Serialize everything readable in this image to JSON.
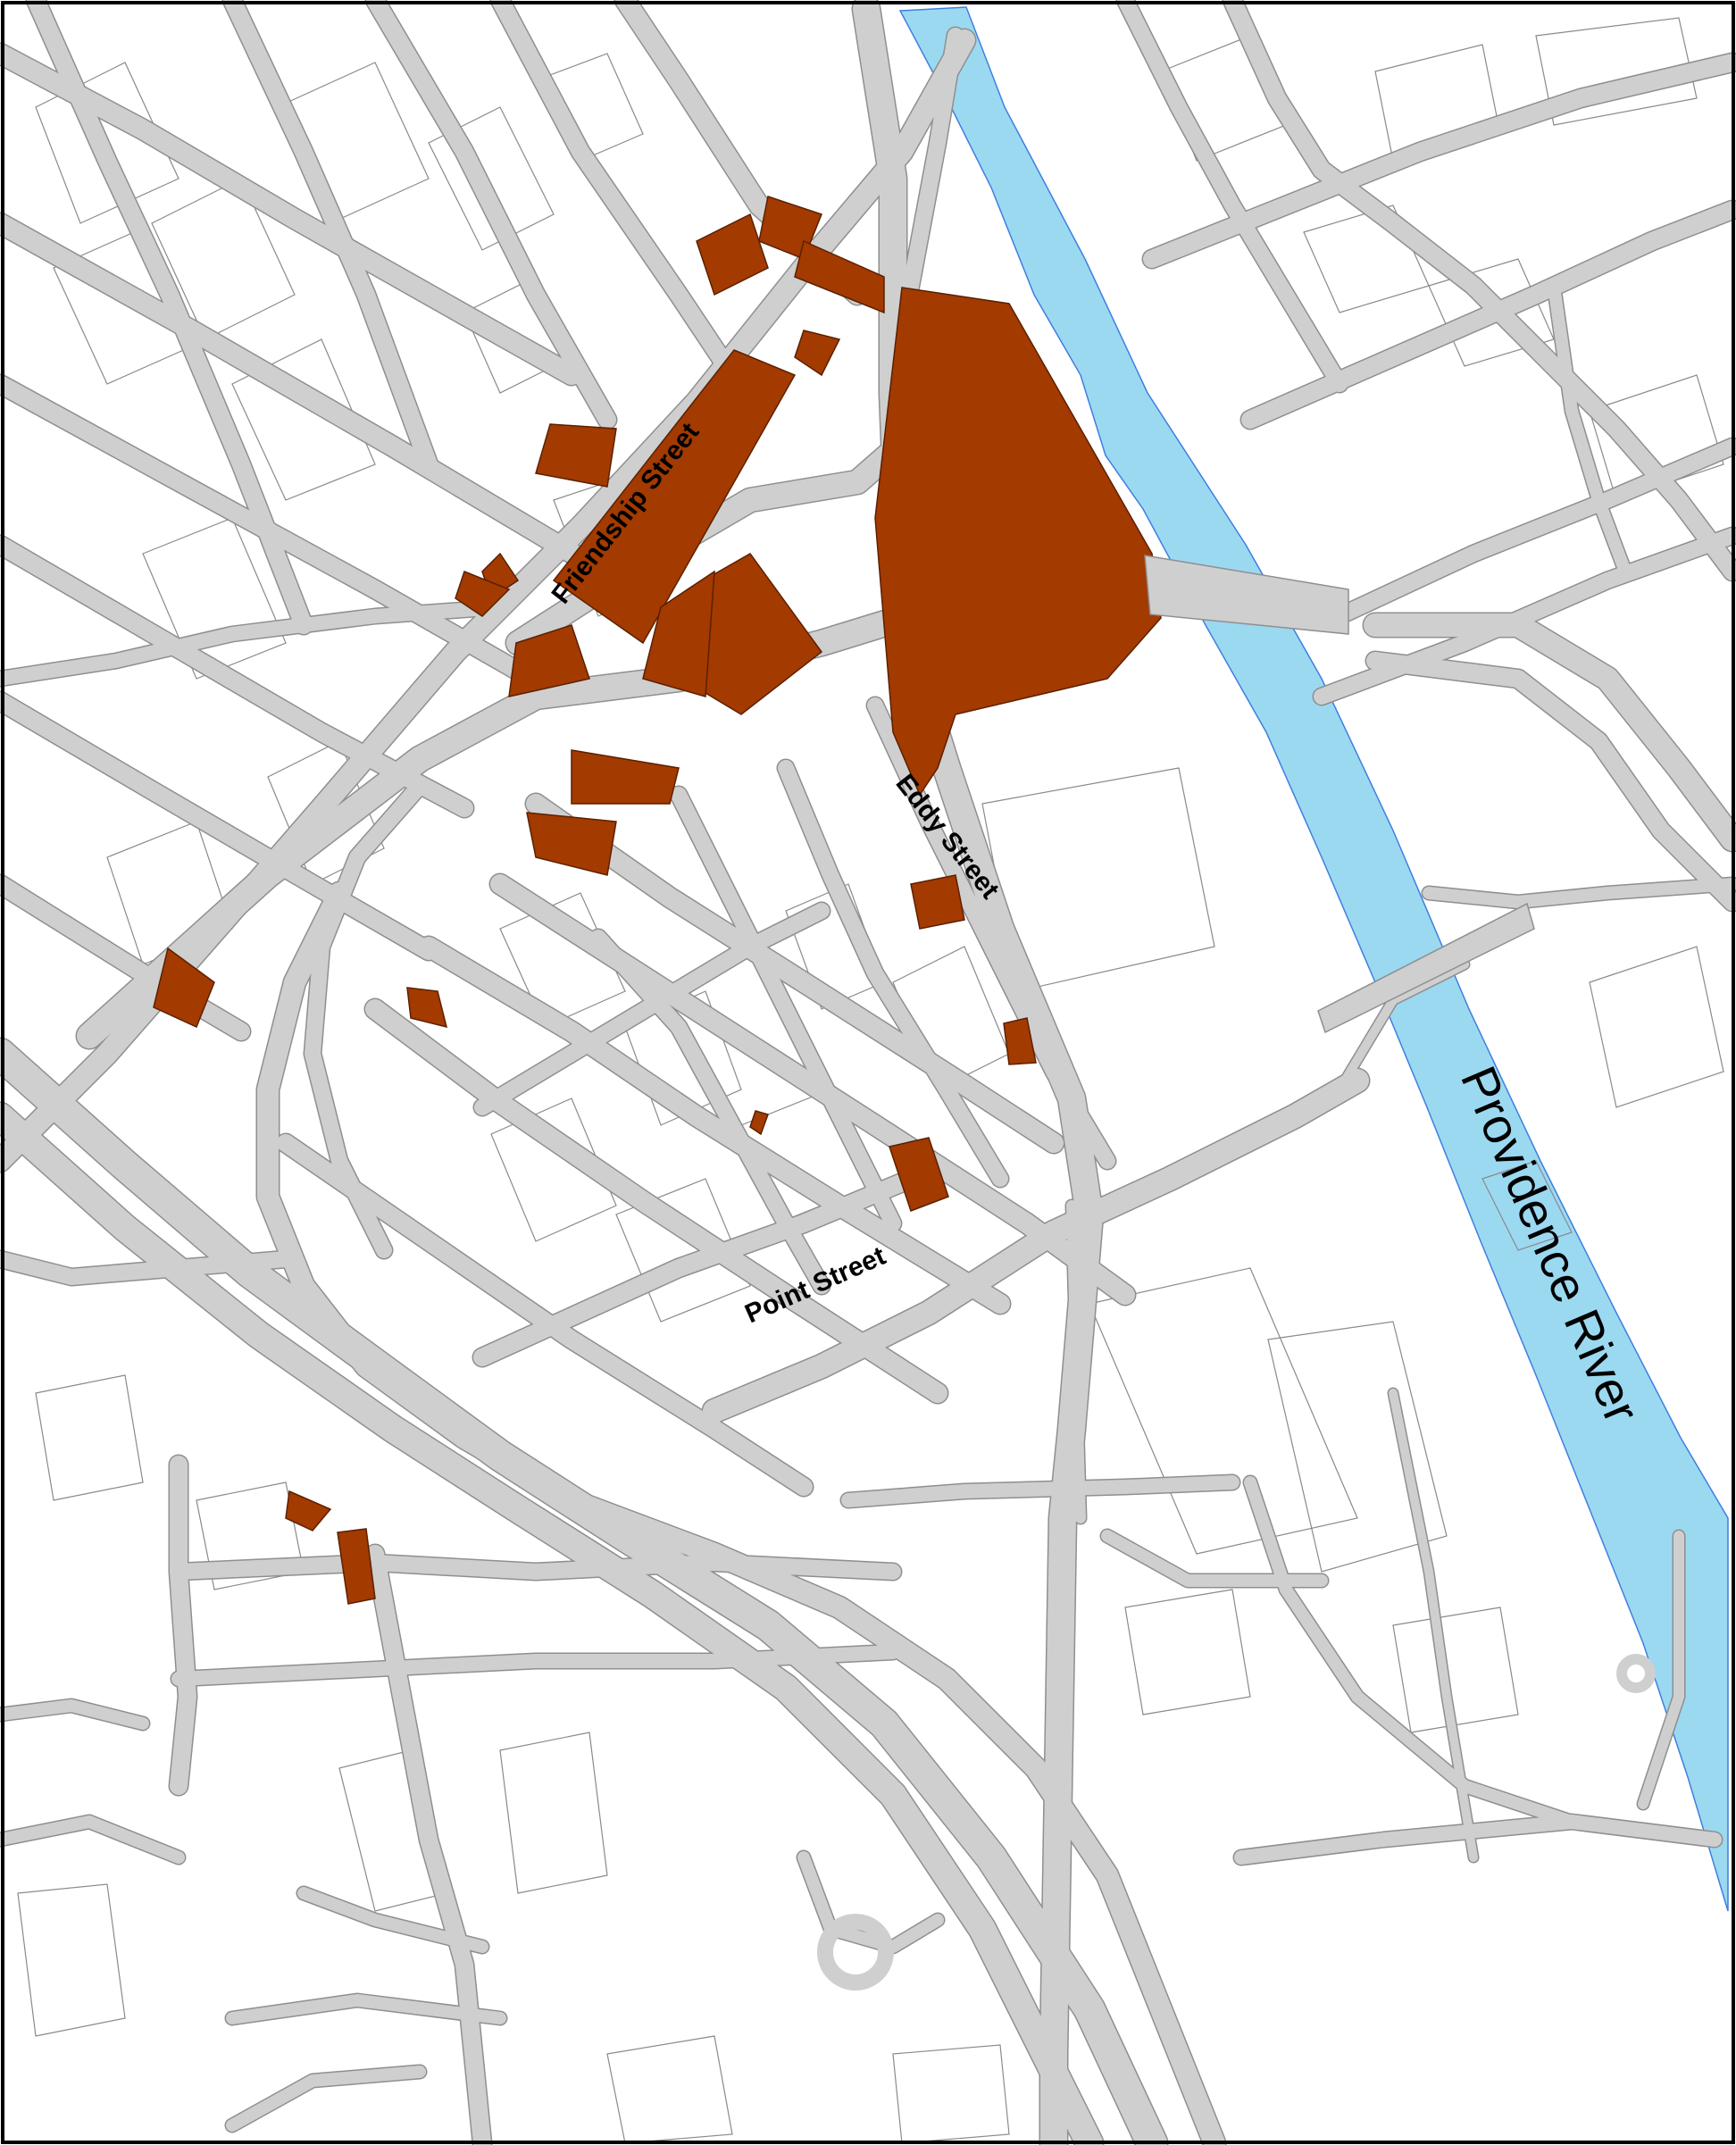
{
  "map": {
    "labels": {
      "friendship": "Friendship Street",
      "eddy": "Eddy Street",
      "point": "Point Street",
      "river": "Providence River"
    }
  },
  "colors": {
    "background": "#ffffff",
    "road": "#cfcfcf",
    "road_edge": "#8f8f8f",
    "parcel_outline": "#777777",
    "highlight_parcel": "#a33a00",
    "water": "#9bd9f1",
    "frame": "#000000"
  },
  "legend_semantics": {
    "highlight_meaning": "",
    "water_feature": "Providence River"
  }
}
